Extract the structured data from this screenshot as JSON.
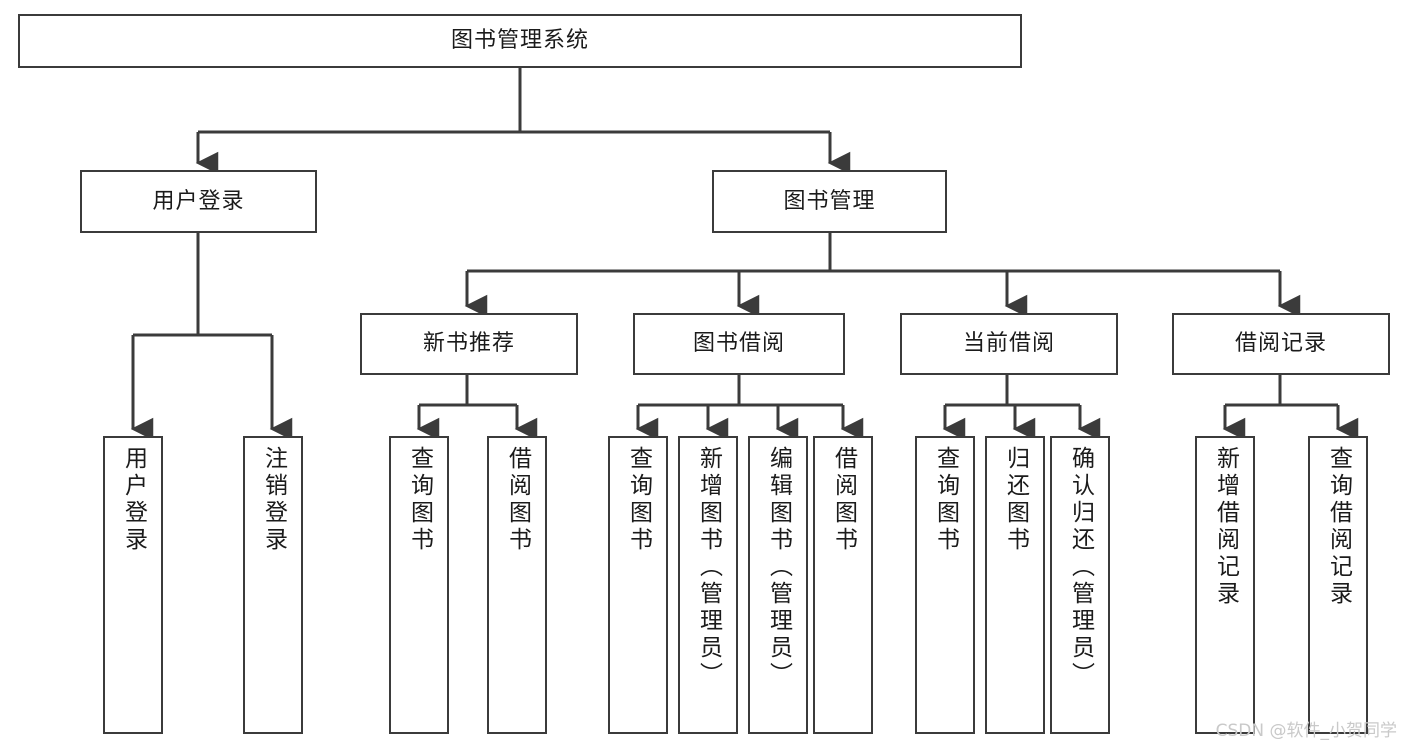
{
  "diagram": {
    "title": "图书管理系统",
    "type": "tree-hierarchy-chart",
    "line_color": "#3b3b3b",
    "box_fill": "#ffffff",
    "background": "#ffffff",
    "root": {
      "id": "root",
      "label": "图书管理系统"
    },
    "level2": [
      {
        "id": "user-login",
        "label": "用户登录"
      },
      {
        "id": "book-manage",
        "label": "图书管理"
      }
    ],
    "level3": [
      {
        "id": "new-book-rec",
        "label": "新书推荐",
        "parent": "book-manage"
      },
      {
        "id": "book-borrow",
        "label": "图书借阅",
        "parent": "book-manage"
      },
      {
        "id": "current-borrow",
        "label": "当前借阅",
        "parent": "book-manage"
      },
      {
        "id": "borrow-record",
        "label": "借阅记录",
        "parent": "book-manage"
      }
    ],
    "leaves": [
      {
        "id": "leaf-user-login",
        "label": "用户登录",
        "parent": "user-login"
      },
      {
        "id": "leaf-user-logout",
        "label": "注销登录",
        "parent": "user-login"
      },
      {
        "id": "leaf-query-book-1",
        "label": "查询图书",
        "parent": "new-book-rec"
      },
      {
        "id": "leaf-borrow-book-1",
        "label": "借阅图书",
        "parent": "new-book-rec"
      },
      {
        "id": "leaf-query-book-2",
        "label": "查询图书",
        "parent": "book-borrow"
      },
      {
        "id": "leaf-add-book",
        "label": "新增图书（管理员）",
        "parent": "book-borrow"
      },
      {
        "id": "leaf-edit-book",
        "label": "编辑图书（管理员）",
        "parent": "book-borrow"
      },
      {
        "id": "leaf-borrow-book-2",
        "label": "借阅图书",
        "parent": "book-borrow"
      },
      {
        "id": "leaf-query-book-3",
        "label": "查询图书",
        "parent": "current-borrow"
      },
      {
        "id": "leaf-return-book",
        "label": "归还图书",
        "parent": "current-borrow"
      },
      {
        "id": "leaf-confirm-return",
        "label": "确认归还（管理员）",
        "parent": "current-borrow"
      },
      {
        "id": "leaf-add-record",
        "label": "新增借阅记录",
        "parent": "borrow-record"
      },
      {
        "id": "leaf-query-record",
        "label": "查询借阅记录",
        "parent": "borrow-record"
      }
    ]
  },
  "watermark": {
    "text": "CSDN @软件_小贺同学"
  }
}
